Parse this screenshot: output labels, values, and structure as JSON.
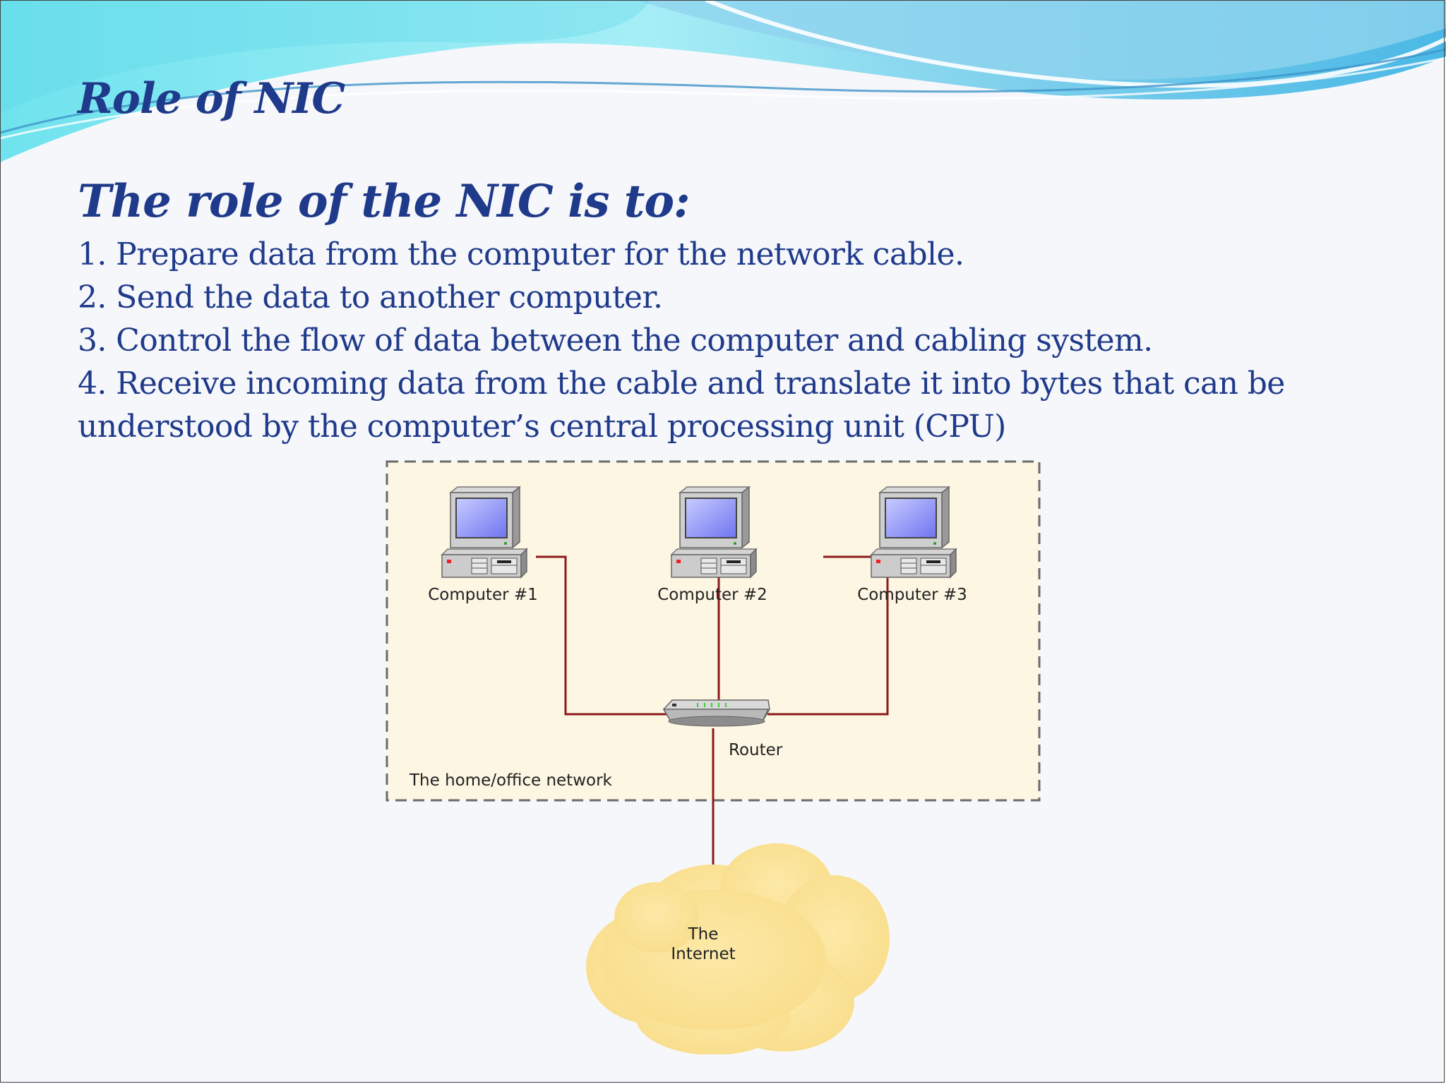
{
  "slide": {
    "title": "Role of NIC",
    "subheading": "The role of the NIC is to:",
    "points": [
      "1. Prepare data from the computer for the network cable.",
      "2. Send the data to another computer.",
      "3. Control the flow of data between the computer and cabling system.",
      "4. Receive incoming data from the cable and translate it into bytes that can be",
      "understood by the computer’s central processing unit (CPU)"
    ]
  },
  "diagram": {
    "computers": [
      "Computer #1",
      "Computer #2",
      "Computer #3"
    ],
    "router_label": "Router",
    "network_label": "The home/office network",
    "internet_label_line1": "The",
    "internet_label_line2": "Internet"
  },
  "colors": {
    "text": "#1f3a8a",
    "cable": "#8b1a1a",
    "network_area": "#fdf6e3",
    "cloud": "#fbe6a2"
  }
}
